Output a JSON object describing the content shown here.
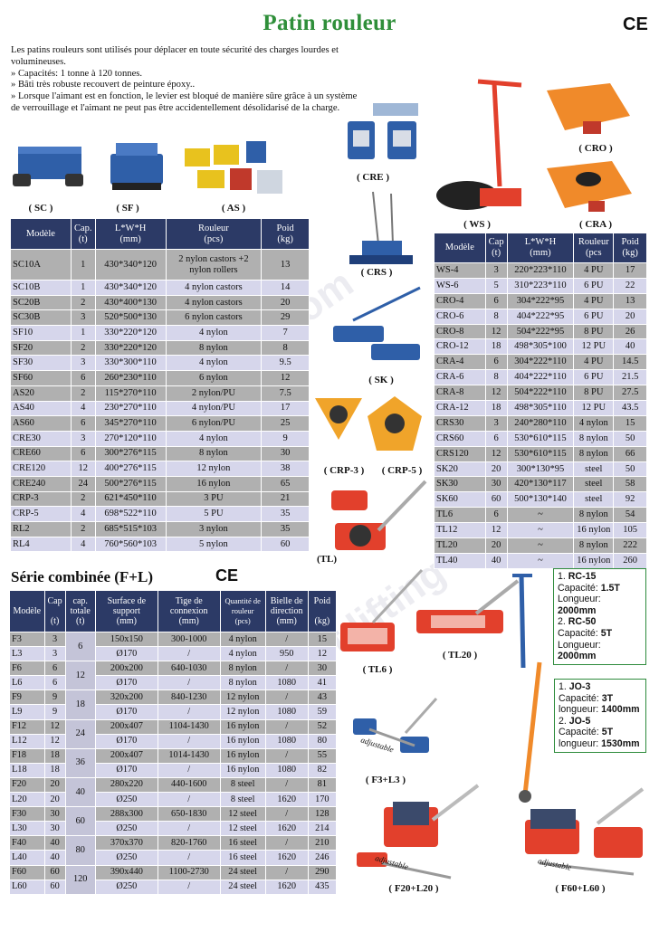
{
  "title": "Patin rouleur",
  "ce_mark": "CE",
  "intro": {
    "line1": "Les patins rouleurs sont utilisés pour déplacer en toute sécurité des charges lourdes et volumineuses.",
    "b1": "» Capacités: 1 tonne à 120 tonnes.",
    "b2": "» Bâti très robuste recouvert de peinture époxy..",
    "b3": "» Lorsque l'aimant est en fonction, le levier est bloqué de manière sûre grâce à un système de verrouillage et l'aimant ne peut pas être accidentellement désolidarisé de la charge."
  },
  "photo_labels": {
    "sc": "( SC )",
    "sf": "( SF )",
    "as": "( AS )",
    "cre": "( CRE )",
    "crs": "( CRS )",
    "sk": "( SK )",
    "crp3": "( CRP-3 )",
    "crp5": "( CRP-5 )",
    "tl": "(TL)",
    "ws": "( WS )",
    "cro": "( CRO )",
    "cra": "( CRA )",
    "tl20": "( TL20 )",
    "tl6": "( TL6 )",
    "f3l3": "( F3+L3 )",
    "f20l20": "( F20+L20 )",
    "f60l60": "( F60+L60 )",
    "adjustable": "adjustable"
  },
  "main_table": {
    "headers": {
      "model": "Modèle",
      "cap": "Cap.",
      "cap_unit": "(t)",
      "dim": "L*W*H",
      "dim_unit": "(mm)",
      "roller": "Rouleur",
      "roller_unit": "(pcs)",
      "weight": "Poid",
      "weight_unit": "(kg)"
    },
    "rows": [
      {
        "model": "SC10A",
        "cap": "1",
        "dim": "430*340*120",
        "roller": "2 nylon castors +2",
        "roller2": "nylon rollers",
        "weight": "13"
      },
      {
        "model": "SC10B",
        "cap": "1",
        "dim": "430*340*120",
        "roller": "4 nylon castors",
        "weight": "14"
      },
      {
        "model": "SC20B",
        "cap": "2",
        "dim": "430*400*130",
        "roller": "4 nylon castors",
        "weight": "20"
      },
      {
        "model": "SC30B",
        "cap": "3",
        "dim": "520*500*130",
        "roller": "6 nylon castors",
        "weight": "29"
      },
      {
        "model": "SF10",
        "cap": "1",
        "dim": "330*220*120",
        "roller": "4 nylon",
        "weight": "7"
      },
      {
        "model": "SF20",
        "cap": "2",
        "dim": "330*220*120",
        "roller": "8 nylon",
        "weight": "8"
      },
      {
        "model": "SF30",
        "cap": "3",
        "dim": "330*300*110",
        "roller": "4 nylon",
        "weight": "9.5"
      },
      {
        "model": "SF60",
        "cap": "6",
        "dim": "260*230*110",
        "roller": "6 nylon",
        "weight": "12"
      },
      {
        "model": "AS20",
        "cap": "2",
        "dim": "115*270*110",
        "roller": "2 nylon/PU",
        "weight": "7.5"
      },
      {
        "model": "AS40",
        "cap": "4",
        "dim": "230*270*110",
        "roller": "4 nylon/PU",
        "weight": "17"
      },
      {
        "model": "AS60",
        "cap": "6",
        "dim": "345*270*110",
        "roller": "6 nylon/PU",
        "weight": "25"
      },
      {
        "model": "CRE30",
        "cap": "3",
        "dim": "270*120*110",
        "roller": "4 nylon",
        "weight": "9"
      },
      {
        "model": "CRE60",
        "cap": "6",
        "dim": "300*276*115",
        "roller": "8 nylon",
        "weight": "30"
      },
      {
        "model": "CRE120",
        "cap": "12",
        "dim": "400*276*115",
        "roller": "12 nylon",
        "weight": "38"
      },
      {
        "model": "CRE240",
        "cap": "24",
        "dim": "500*276*115",
        "roller": "16 nylon",
        "weight": "65"
      },
      {
        "model": "CRP-3",
        "cap": "2",
        "dim": "621*450*110",
        "roller": "3 PU",
        "weight": "21"
      },
      {
        "model": "CRP-5",
        "cap": "4",
        "dim": "698*522*110",
        "roller": "5 PU",
        "weight": "35"
      },
      {
        "model": "RL2",
        "cap": "2",
        "dim": "685*515*103",
        "roller": "3 nylon",
        "weight": "35"
      },
      {
        "model": "RL4",
        "cap": "4",
        "dim": "760*560*103",
        "roller": "5 nylon",
        "weight": "60"
      }
    ]
  },
  "right_table": {
    "headers": {
      "model": "Modèle",
      "cap": "Cap",
      "cap_unit": "(t)",
      "dim": "L*W*H",
      "dim_unit": "(mm)",
      "roller": "Rouleur",
      "roller_unit": "(pcs",
      "weight": "Poid",
      "weight_unit": "(kg)"
    },
    "rows": [
      {
        "model": "WS-4",
        "cap": "3",
        "dim": "220*223*110",
        "roller": "4 PU",
        "weight": "17"
      },
      {
        "model": "WS-6",
        "cap": "5",
        "dim": "310*223*110",
        "roller": "6 PU",
        "weight": "22"
      },
      {
        "model": "CRO-4",
        "cap": "6",
        "dim": "304*222*95",
        "roller": "4 PU",
        "weight": "13"
      },
      {
        "model": "CRO-6",
        "cap": "8",
        "dim": "404*222*95",
        "roller": "6 PU",
        "weight": "20"
      },
      {
        "model": "CRO-8",
        "cap": "12",
        "dim": "504*222*95",
        "roller": "8 PU",
        "weight": "26"
      },
      {
        "model": "CRO-12",
        "cap": "18",
        "dim": "498*305*100",
        "roller": "12 PU",
        "weight": "40"
      },
      {
        "model": "CRA-4",
        "cap": "6",
        "dim": "304*222*110",
        "roller": "4 PU",
        "weight": "14.5"
      },
      {
        "model": "CRA-6",
        "cap": "8",
        "dim": "404*222*110",
        "roller": "6 PU",
        "weight": "21.5"
      },
      {
        "model": "CRA-8",
        "cap": "12",
        "dim": "504*222*110",
        "roller": "8 PU",
        "weight": "27.5"
      },
      {
        "model": "CRA-12",
        "cap": "18",
        "dim": "498*305*110",
        "roller": "12 PU",
        "weight": "43.5"
      },
      {
        "model": "CRS30",
        "cap": "3",
        "dim": "240*280*110",
        "roller": "4 nylon",
        "weight": "15"
      },
      {
        "model": "CRS60",
        "cap": "6",
        "dim": "530*610*115",
        "roller": "8 nylon",
        "weight": "50"
      },
      {
        "model": "CRS120",
        "cap": "12",
        "dim": "530*610*115",
        "roller": "8 nylon",
        "weight": "66"
      },
      {
        "model": "SK20",
        "cap": "20",
        "dim": "300*130*95",
        "roller": "steel",
        "weight": "50"
      },
      {
        "model": "SK30",
        "cap": "30",
        "dim": "420*130*117",
        "roller": "steel",
        "weight": "58"
      },
      {
        "model": "SK60",
        "cap": "60",
        "dim": "500*130*140",
        "roller": "steel",
        "weight": "92"
      },
      {
        "model": "TL6",
        "cap": "6",
        "dim": "~",
        "roller": "8 nylon",
        "weight": "54"
      },
      {
        "model": "TL12",
        "cap": "12",
        "dim": "~",
        "roller": "16 nylon",
        "weight": "105"
      },
      {
        "model": "TL20",
        "cap": "20",
        "dim": "~",
        "roller": "8 nylon",
        "weight": "222"
      },
      {
        "model": "TL40",
        "cap": "40",
        "dim": "~",
        "roller": "16 nylon",
        "weight": "260"
      }
    ]
  },
  "combo": {
    "title": "Série combinée (F+L)",
    "headers": {
      "model": "Modèle",
      "cap": "Cap",
      "cap_unit": "(t)",
      "total": "cap. totale",
      "total_unit": "(t)",
      "surface": "Surface de support",
      "surface_unit": "(mm)",
      "rod": "Tige de connexion",
      "rod_unit": "(mm)",
      "qty": "Quantité de rouleur",
      "qty_unit": "(pcs)",
      "bielle": "Bielle de direction",
      "bielle_unit": "(mm)",
      "weight": "Poid",
      "weight_unit": "(kg)"
    },
    "rows": [
      {
        "model": "F3",
        "cap": "3",
        "total": "6",
        "surface": "150x150",
        "rod": "300-1000",
        "qty": "4 nylon",
        "bielle": "/",
        "weight": "15"
      },
      {
        "model": "L3",
        "cap": "3",
        "total": "",
        "surface": "Ø170",
        "rod": "/",
        "qty": "4 nylon",
        "bielle": "950",
        "weight": "12"
      },
      {
        "model": "F6",
        "cap": "6",
        "total": "12",
        "surface": "200x200",
        "rod": "640-1030",
        "qty": "8 nylon",
        "bielle": "/",
        "weight": "30"
      },
      {
        "model": "L6",
        "cap": "6",
        "total": "",
        "surface": "Ø170",
        "rod": "/",
        "qty": "8 nylon",
        "bielle": "1080",
        "weight": "41"
      },
      {
        "model": "F9",
        "cap": "9",
        "total": "18",
        "surface": "320x200",
        "rod": "840-1230",
        "qty": "12 nylon",
        "bielle": "/",
        "weight": "43"
      },
      {
        "model": "L9",
        "cap": "9",
        "total": "",
        "surface": "Ø170",
        "rod": "/",
        "qty": "12 nylon",
        "bielle": "1080",
        "weight": "59"
      },
      {
        "model": "F12",
        "cap": "12",
        "total": "24",
        "surface": "200x407",
        "rod": "1104-1430",
        "qty": "16 nylon",
        "bielle": "/",
        "weight": "52"
      },
      {
        "model": "L12",
        "cap": "12",
        "total": "",
        "surface": "Ø170",
        "rod": "/",
        "qty": "16 nylon",
        "bielle": "1080",
        "weight": "80"
      },
      {
        "model": "F18",
        "cap": "18",
        "total": "36",
        "surface": "200x407",
        "rod": "1014-1430",
        "qty": "16 nylon",
        "bielle": "/",
        "weight": "55"
      },
      {
        "model": "L18",
        "cap": "18",
        "total": "",
        "surface": "Ø170",
        "rod": "/",
        "qty": "16 nylon",
        "bielle": "1080",
        "weight": "82"
      },
      {
        "model": "F20",
        "cap": "20",
        "total": "40",
        "surface": "280x220",
        "rod": "440-1600",
        "qty": "8 steel",
        "bielle": "/",
        "weight": "81"
      },
      {
        "model": "L20",
        "cap": "20",
        "total": "",
        "surface": "Ø250",
        "rod": "/",
        "qty": "8 steel",
        "bielle": "1620",
        "weight": "170"
      },
      {
        "model": "F30",
        "cap": "30",
        "total": "60",
        "surface": "288x300",
        "rod": "650-1830",
        "qty": "12 steel",
        "bielle": "/",
        "weight": "128"
      },
      {
        "model": "L30",
        "cap": "30",
        "total": "",
        "surface": "Ø250",
        "rod": "/",
        "qty": "12 steel",
        "bielle": "1620",
        "weight": "214"
      },
      {
        "model": "F40",
        "cap": "40",
        "total": "80",
        "surface": "370x370",
        "rod": "820-1760",
        "qty": "16 steel",
        "bielle": "/",
        "weight": "210"
      },
      {
        "model": "L40",
        "cap": "40",
        "total": "",
        "surface": "Ø250",
        "rod": "/",
        "qty": "16 steel",
        "bielle": "1620",
        "weight": "246"
      },
      {
        "model": "F60",
        "cap": "60",
        "total": "120",
        "surface": "390x440",
        "rod": "1100-2730",
        "qty": "24 steel",
        "bielle": "/",
        "weight": "290"
      },
      {
        "model": "L60",
        "cap": "60",
        "total": "",
        "surface": "Ø250",
        "rod": "/",
        "qty": "24 steel",
        "bielle": "1620",
        "weight": "435"
      }
    ]
  },
  "rc_box": {
    "l1a": "1. ",
    "l1b": "RC-15",
    "l2a": "Capacité: ",
    "l2b": "1.5T",
    "l3a": "Longueur: ",
    "l3b": "2000mm",
    "l4a": "2. ",
    "l4b": "RC-50",
    "l5a": "Capacité: ",
    "l5b": "5T",
    "l6a": "Longueur: ",
    "l6b": "2000mm"
  },
  "jo_box": {
    "l1a": "1. ",
    "l1b": "JO-3",
    "l2a": "Capacité: ",
    "l2b": "3T",
    "l3a": "longueur: ",
    "l3b": "1400mm",
    "l4a": "2. ",
    "l4b": "JO-5",
    "l5a": "Capacité: ",
    "l5b": "5T",
    "l6a": "longueur: ",
    "l6b": "1530mm"
  },
  "colors": {
    "title": "#2f8f3a",
    "header": "#2c3a66",
    "row_gray": "#b0b0b0",
    "row_lilac": "#d6d6eb",
    "accent_red": "#e2402c",
    "accent_orange": "#f08a2a",
    "machine_blue": "#2f5fa8"
  }
}
